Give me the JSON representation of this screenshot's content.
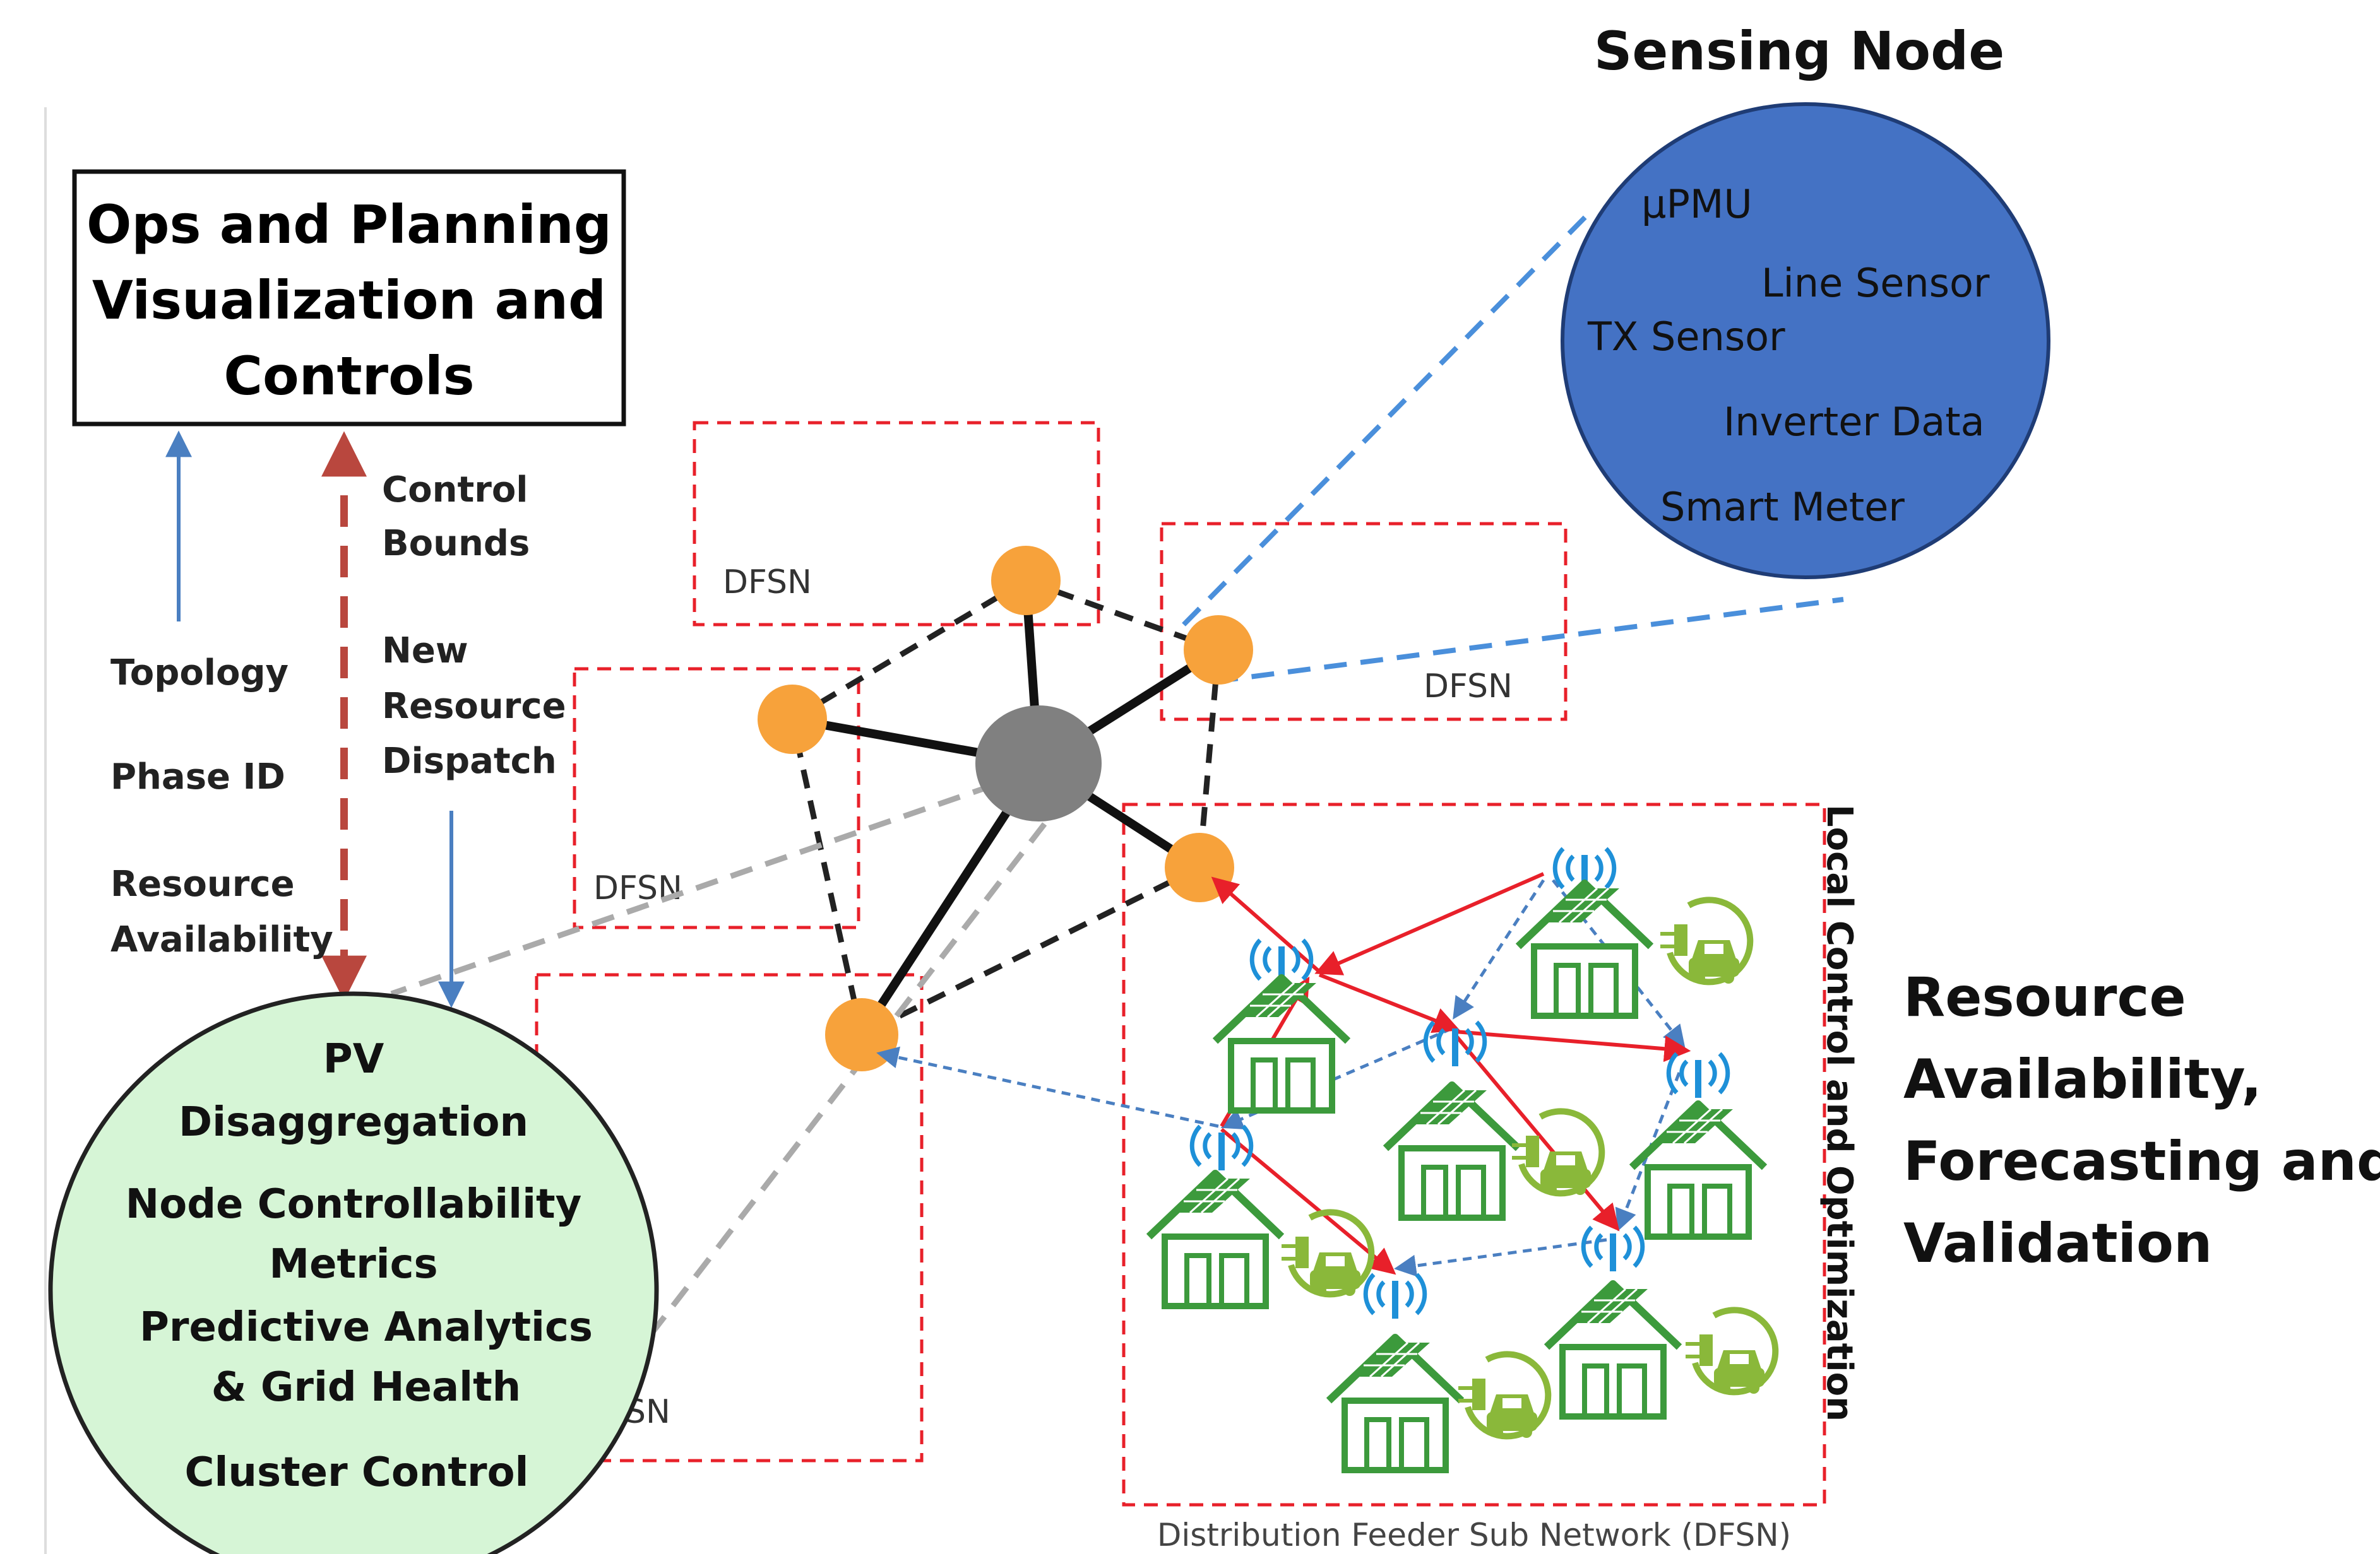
{
  "ops_box": {
    "lines": [
      "Ops and Planning",
      "Visualization and",
      "Controls"
    ]
  },
  "left_labels": {
    "topology": "Topology",
    "phase_id": "Phase ID",
    "resource_availability": [
      "Resource",
      "Availability"
    ]
  },
  "control_labels": {
    "control_bounds": [
      "Control",
      "Bounds"
    ],
    "new_resource_dispatch": [
      "New",
      "Resource",
      "Dispatch"
    ]
  },
  "dfsn": {
    "label": "DFSN",
    "partial_label": "SN",
    "caption": "Distribution Feeder Sub Network (DFSN)"
  },
  "sensing_node": {
    "title": "Sensing Node",
    "items": [
      "µPMU",
      "Line Sensor",
      "TX Sensor",
      "Inverter Data",
      "Smart Meter"
    ]
  },
  "analytics_node": {
    "items": [
      "PV",
      "Disaggregation",
      "Node Controllability",
      "Metrics",
      "Predictive Analytics",
      "& Grid Health",
      "Cluster Control"
    ]
  },
  "local_control_label": "Local Control and Optimization",
  "resource_forecast_label": [
    "Resource",
    "Availability,",
    "Forecasting and",
    "Validation"
  ],
  "colors": {
    "sensing_fill": "#4472c4",
    "analytics_fill": "#d6f5d6",
    "orange_node": "#f7a23b",
    "hub": "#808080",
    "red_dash": "#e8202a",
    "blue_arrow": "#4a7fc1",
    "control_arrow": "#b9473e",
    "house_green": "#3c9a3c",
    "ev_green": "#8ab83a",
    "antenna_blue": "#1e90d8"
  },
  "icons": [
    "antenna-icon",
    "house-icon",
    "solar-panel-icon",
    "ev-charger-icon"
  ]
}
